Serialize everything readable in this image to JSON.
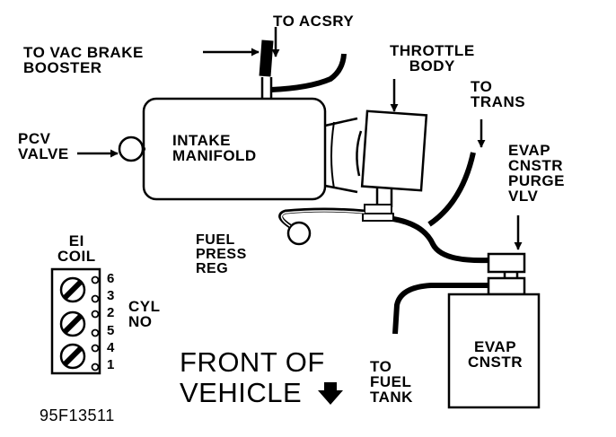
{
  "labels": {
    "to_vac_brake_booster": "TO VAC BRAKE\nBOOSTER",
    "to_acsry": "TO ACSRY",
    "throttle_body": "THROTTLE\nBODY",
    "to_trans": "TO\nTRANS",
    "pcv_valve": "PCV\nVALVE",
    "intake_manifold": "INTAKE\nMANIFOLD",
    "evap_cnstr_purge_vlv": "EVAP\nCNSTR\nPURGE\nVLV",
    "fuel_press_reg": "FUEL\nPRESS\nREG",
    "ei_coil": "EI\nCOIL",
    "cyl_no": "CYL\nNO",
    "to_fuel_tank": "TO\nFUEL\nTANK",
    "evap_cnstr": "EVAP\nCNSTR",
    "front_of_vehicle": "FRONT OF\nVEHICLE",
    "figure_code": "95F13511"
  },
  "coil_cylinders": [
    "6",
    "3",
    "2",
    "5",
    "4",
    "1"
  ],
  "colors": {
    "line": "#000000",
    "background": "#ffffff"
  },
  "icons": {
    "front_arrow": "arrow-down-icon"
  }
}
